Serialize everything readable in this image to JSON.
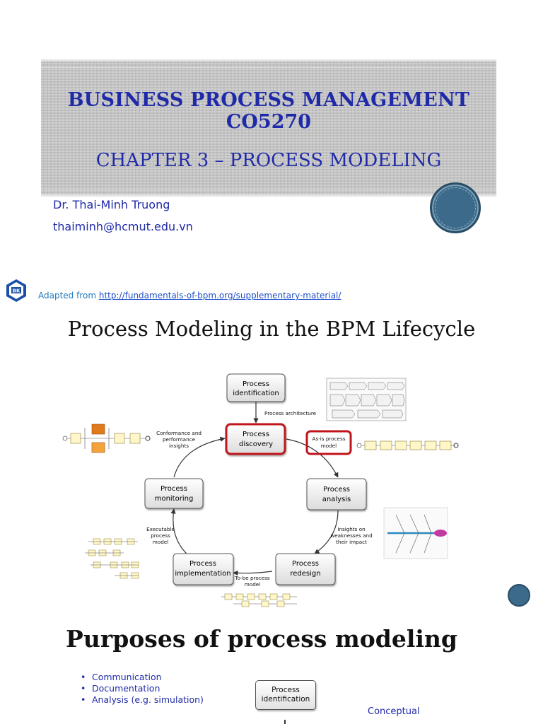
{
  "slide1": {
    "course_title": "BUSINESS PROCESS MANAGEMENT",
    "course_code": "CO5270",
    "chapter": "CHAPTER 3 – PROCESS MODELING",
    "author": "Dr. Thai-Minh Truong",
    "email": "thaiminh@hcmut.edu.vn",
    "adapted_prefix": "Adapted from ",
    "adapted_link": "http://fundamentals-of-bpm.org/supplementary-material/",
    "logo_text": "BK"
  },
  "slide2": {
    "title": "Process Modeling in the BPM Lifecycle",
    "phases": {
      "identification": [
        "Process",
        "identification"
      ],
      "discovery": [
        "Process",
        "discovery"
      ],
      "analysis": [
        "Process",
        "analysis"
      ],
      "redesign": [
        "Process",
        "redesign"
      ],
      "implementation": [
        "Process",
        "implementation"
      ],
      "monitoring": [
        "Process",
        "monitoring"
      ]
    },
    "edge_labels": {
      "architecture": [
        "Process architecture"
      ],
      "as_is": [
        "As-is process",
        "model"
      ],
      "insights": [
        "Insights on",
        "weaknesses and",
        "their impact"
      ],
      "to_be": [
        "To-be process",
        "model"
      ],
      "executable": [
        "Executable",
        "process",
        "model"
      ],
      "conformance": [
        "Conformance and",
        "performance",
        "insights"
      ]
    }
  },
  "slide3": {
    "title": "Purposes of process modeling",
    "bullets": [
      "Communication",
      "Documentation",
      "Analysis (e.g. simulation)"
    ],
    "box": [
      "Process",
      "identification"
    ],
    "conceptual": "Conceptual"
  },
  "colors": {
    "title_blue": "#1f2aa8",
    "link_blue": "#1f50c8",
    "highlight_red": "#c0141c"
  }
}
